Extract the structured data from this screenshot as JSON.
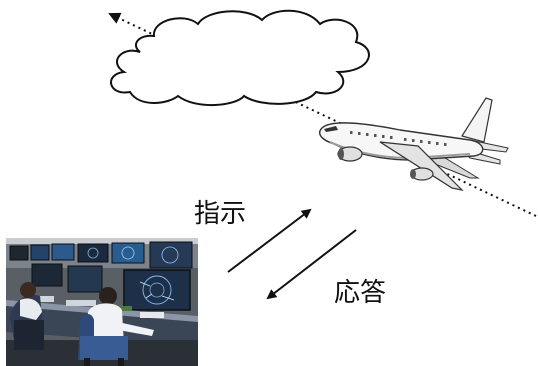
{
  "labels": {
    "instruction": "指示",
    "response": "応答"
  },
  "icons": {
    "cloud": "cloud-icon",
    "airplane": "airplane-icon",
    "control_room_photo": "atc-control-room-photo"
  },
  "colors": {
    "line": "#111111",
    "sky_white": "#ffffff"
  }
}
